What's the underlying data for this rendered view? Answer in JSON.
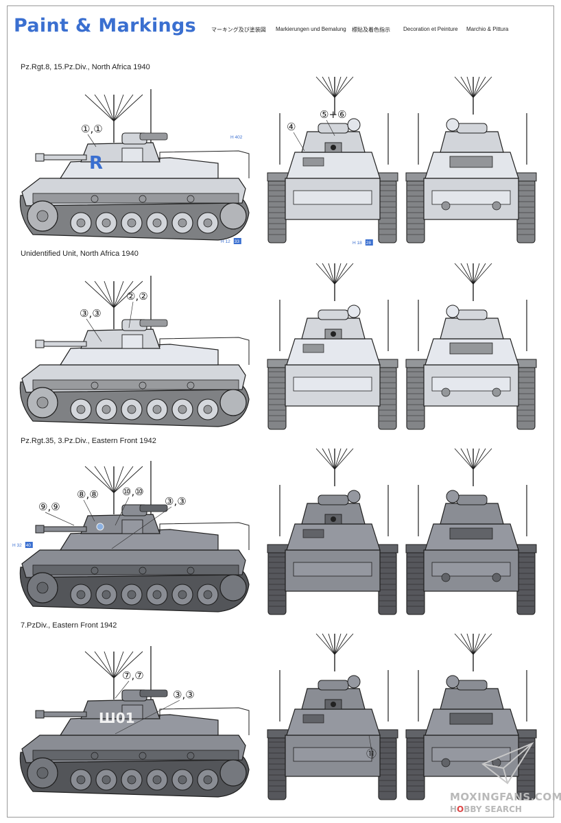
{
  "title": "Paint & Markings",
  "subtitles": {
    "japanese": "マーキング及び塗装図",
    "german": "Markierungen und Bemalung",
    "chinese": "標貼及着色指示",
    "french": "Decoration et Peinture",
    "italian": "Marchio & Pittura"
  },
  "schemes": [
    {
      "label": "Pz.Rgt.8, 15.Pz.Div., North Africa 1940",
      "hull_color": "#d2d5da",
      "color_chips": [
        {
          "prefix": "H",
          "code": "402",
          "boxed": ""
        },
        {
          "prefix": "H",
          "code": "12",
          "boxed": "33"
        },
        {
          "prefix": "H",
          "code": "18",
          "boxed": "28"
        }
      ],
      "callouts": [
        "①,①",
        "④",
        "⑤+⑥"
      ],
      "turret_marking": "R"
    },
    {
      "label": "Unidentified Unit, North Africa 1940",
      "hull_color": "#d4d7dc",
      "callouts": [
        "③,③",
        "②,②"
      ]
    },
    {
      "label": "Pz.Rgt.35, 3.Pz.Div., Eastern Front 1942",
      "hull_color": "#8a8d94",
      "color_chips": [
        {
          "prefix": "H",
          "code": "32",
          "boxed": "40"
        }
      ],
      "callouts": [
        "⑨,⑨",
        "⑧,⑧",
        "⑩,⑩",
        "③,③"
      ]
    },
    {
      "label": "7.PzDiv., Eastern Front 1942",
      "hull_color": "#8a8d94",
      "callouts": [
        "⑦,⑦",
        "③,③",
        "⑪"
      ],
      "turret_marking": "Ш01"
    }
  ],
  "watermark": {
    "site": "MOXINGFANS.COM",
    "brand_left": "H",
    "brand_accent": "O",
    "brand_right": "BBY SEARCH"
  },
  "colors": {
    "title_blue": "#3a6fd0",
    "chip_blue": "#3a6fd0",
    "outline": "#1e1e1e"
  }
}
